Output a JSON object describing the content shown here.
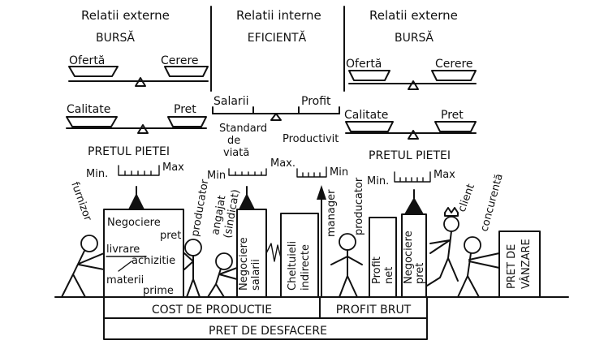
{
  "panels": {
    "left": {
      "title": "Relatii externe",
      "subtitle": "BURSĂ"
    },
    "center": {
      "title": "Relatii interne",
      "subtitle": "EFICIENTĂ"
    },
    "right": {
      "title": "Relatii externe",
      "subtitle": "BURSĂ"
    }
  },
  "scales": {
    "left_top": {
      "left": "Ofertă",
      "right": "Cerere"
    },
    "left_bottom": {
      "left": "Calitate",
      "right": "Pret"
    },
    "center": {
      "left": "Salarii",
      "right": "Profit"
    },
    "right_top": {
      "left": "Ofertă",
      "right": "Cerere"
    },
    "right_bottom": {
      "left": "Calitate",
      "right": "Pret"
    }
  },
  "center_labels": {
    "standard_line1": "Standard",
    "standard_line2": "de",
    "standard_line3": "viată",
    "productivity": "Productivit",
    "max": "Max.",
    "min_left": "Min",
    "min_right": "Min"
  },
  "market_price": {
    "left": {
      "title": "PRETUL PIETEI",
      "min": "Min.",
      "max": "Max"
    },
    "right": {
      "title": "PRETUL PIETEI",
      "min": "Min.",
      "max": "Max"
    }
  },
  "actors": {
    "furnizor": "furnizor",
    "producator_left": "producator",
    "angajat_line1": "angajat",
    "angajat_line2": "(sindicat)",
    "manager": "manager",
    "producator_right": "producator",
    "client": "client",
    "concurenta": "concurentă"
  },
  "blocks": {
    "negociere_pret_line1": "Negociere",
    "negociere_pret_line2": "pret",
    "livrare": "livrare",
    "achizitie": "achizitie",
    "materii": "materii",
    "prime": "prime",
    "negociere_salarii_line1": "Negociere",
    "negociere_salarii_line2": "salarii",
    "cheltuieli_line1": "Cheltuieli",
    "cheltuieli_line2": "indirecte",
    "profit_net_line1": "Profit",
    "profit_net_line2": "net",
    "negociere_right_line1": "Negociere",
    "negociere_right_line2": "pret",
    "pret_vanzare_line1": "PRET DE",
    "pret_vanzare_line2": "VÂNZARE"
  },
  "footer": {
    "cost_productie": "COST DE PRODUCTIE",
    "profit_brut": "PROFIT BRUT",
    "pret_desfacere": "PRET DE DESFACERE"
  }
}
